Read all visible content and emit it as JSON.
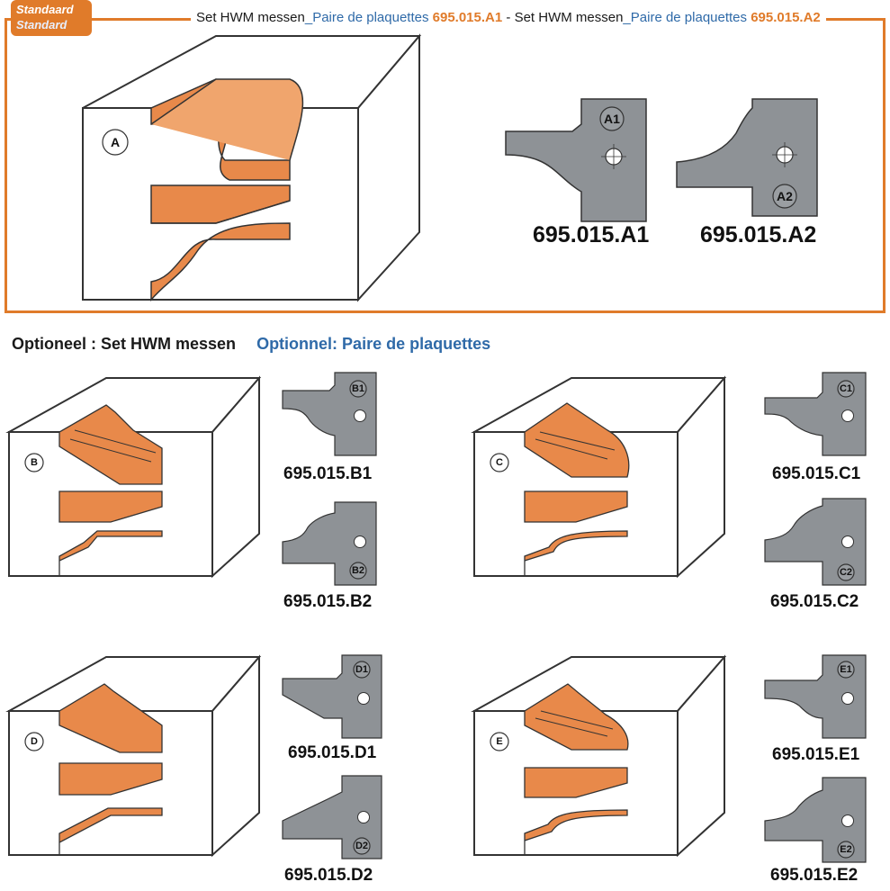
{
  "standard": {
    "badge_line1": "Standaard",
    "badge_line2": "Standard",
    "header": {
      "nl_prefix": "Set HWM messen",
      "fr_prefix": "_Paire de plaquettes",
      "code_a1": "695.015.A1",
      "separator": "-",
      "nl_prefix_2": "Set HWM messen",
      "fr_prefix_2": "_Paire de plaquettes",
      "code_a2": "695.015.A2"
    },
    "profile_letter": "A",
    "insert_a1_label": "A1",
    "insert_a2_label": "A2",
    "code_a1": "695.015.A1",
    "code_a2": "695.015.A2"
  },
  "optional": {
    "title_nl": "Optioneel : Set HWM messen",
    "title_fr": "Optionnel: Paire de plaquettes",
    "sets": [
      {
        "letter": "B",
        "insert1": "B1",
        "insert2": "B2",
        "code1": "695.015.B1",
        "code2": "695.015.B2"
      },
      {
        "letter": "C",
        "insert1": "C1",
        "insert2": "C2",
        "code1": "695.015.C1",
        "code2": "695.015.C2"
      },
      {
        "letter": "D",
        "insert1": "D1",
        "insert2": "D2",
        "code1": "695.015.D1",
        "code2": "695.015.D2"
      },
      {
        "letter": "E",
        "insert1": "E1",
        "insert2": "E2",
        "code1": "695.015.E1",
        "code2": "695.015.E2"
      }
    ]
  },
  "colors": {
    "accent_orange": "#e07b2a",
    "profile_orange": "#e8894a",
    "insert_gray": "#8e9296",
    "french_blue": "#2f6aa8"
  }
}
